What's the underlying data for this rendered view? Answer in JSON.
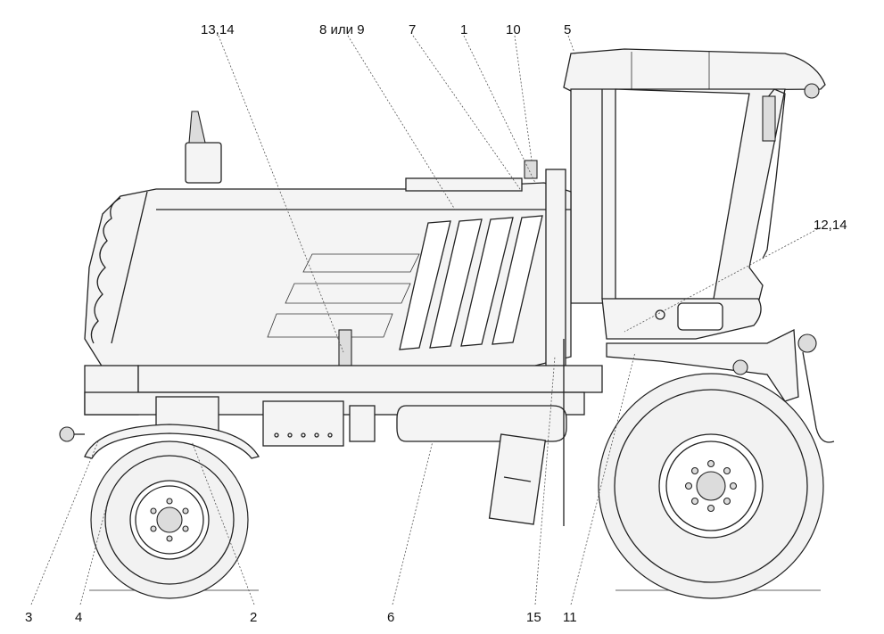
{
  "callouts": {
    "c13_14": "13,14",
    "c8_9": "8 или 9",
    "c7": "7",
    "c1": "1",
    "c10": "10",
    "c5": "5",
    "c12_14": "12,14",
    "c3": "3",
    "c4": "4",
    "c2": "2",
    "c6": "6",
    "c15": "15",
    "c11": "11"
  }
}
